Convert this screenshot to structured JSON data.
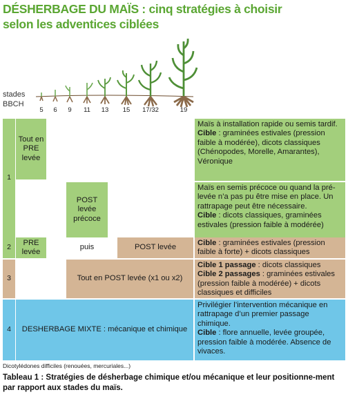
{
  "title": "DÉSHERBAGE DU MAÏS : cinq stratégies à choisir selon les adventices ciblées",
  "stades_label_1": "stades",
  "stades_label_2": "BBCH",
  "stages": [
    "5",
    "6",
    "9",
    "11",
    "13",
    "15",
    "17/32",
    "19"
  ],
  "rows": [
    {
      "num": "1"
    },
    {
      "num": "2"
    },
    {
      "num": "3"
    },
    {
      "num": "4"
    }
  ],
  "cells": {
    "pre_levee": "Tout en PRE levée",
    "post_precoce": "POST levée précoce",
    "pre": "PRE levée",
    "puis": "puis",
    "post_levee": "POST levée",
    "tout_post": "Tout en POST levée (x1 ou x2)",
    "mixte": "DESHERBAGE MIXTE : mécanique et chimique"
  },
  "descriptions": {
    "d1a_text": "Maïs à installation rapide ou semis tardif.",
    "d1a_label": "Cible",
    "d1a_rest": " : graminées estivales (pression faible à modérée), dicots classiques (Chénopodes, Morelle, Amarantes), Véronique",
    "d1b_text": "Maïs en semis précoce ou quand la pré-levée n’a pas pu être mise en place. Un rattrapage peut être nécessaire.",
    "d1b_label": "Cible",
    "d1b_rest": " : dicots classiques, graminées estivales (pression faible à modérée)",
    "d2_label": "Cible",
    "d2_rest": " : graminées estivales (pression faible à forte) + dicots classiques",
    "d3_label1": "Cible 1 passage",
    "d3_rest1": " : dicots classiques",
    "d3_label2": "Cible 2 passages",
    "d3_rest2": " : graminées estivales (pression faible à modérée) + dicots classiques et difficiles",
    "d4_text": "Privilégier l’intervention mécanique en rattrapage d’un premier passage chimique.",
    "d4_label": "Cible",
    "d4_rest": " : flore annuelle, levée groupée, pression faible à modérée. Absence de vivaces."
  },
  "footnote": "Dicotylédones difficiles (renouées, mercuriales...)",
  "caption": "Tableau 1 : Stratégies de désherbage chimique et/ou mécanique et leur positionne-ment par rapport aux stades du maïs.",
  "colors": {
    "green": "#a3cf7c",
    "tan": "#d4b595",
    "blue": "#6fc6e8",
    "title": "#5aa632"
  }
}
